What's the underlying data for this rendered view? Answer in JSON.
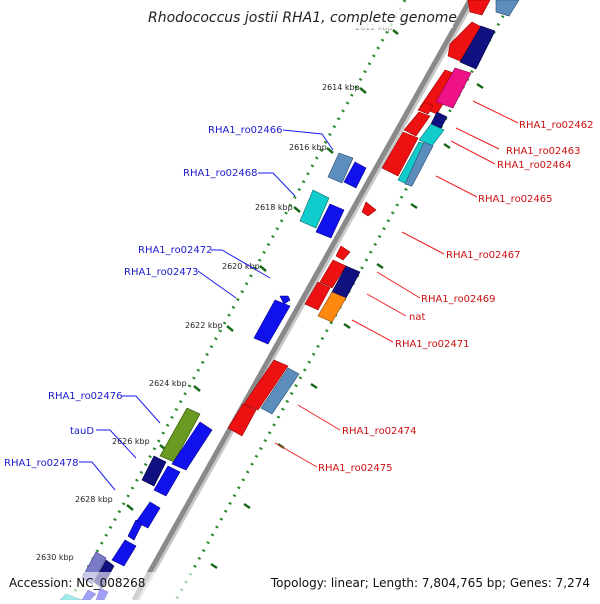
{
  "title": "Rhodococcus jostii RHA1, complete genome",
  "footer": {
    "accession": "Accession: NC_008268",
    "summary": "Topology: linear; Length: 7,804,765 bp; Genes: 7,274"
  },
  "colors": {
    "backbone": "#8a8a8a",
    "scale_dots": "#2a8a2a",
    "tick": "#1a6a1a",
    "label_blue": "#1a1acc",
    "label_red": "#cc1111",
    "leader_blue": "#1a1aee",
    "leader_red": "#ee2222"
  },
  "scale_ticks": [
    {
      "label": "2612 kbp",
      "faded": true
    },
    {
      "label": "2614 kbp"
    },
    {
      "label": "2616 kbp"
    },
    {
      "label": "2618 kbp"
    },
    {
      "label": "2620 kbp"
    },
    {
      "label": "2622 kbp"
    },
    {
      "label": "2624 kbp"
    },
    {
      "label": "2626 kbp"
    },
    {
      "label": "2628 kbp"
    },
    {
      "label": "2630 kbp"
    }
  ],
  "labels_left": [
    "RHA1_ro02466",
    "RHA1_ro02468",
    "RHA1_ro02472",
    "RHA1_ro02473",
    "RHA1_ro02476",
    "tauD",
    "RHA1_ro02478"
  ],
  "labels_right": [
    "RHA1_ro02462",
    "RHA1_ro02463",
    "RHA1_ro02464",
    "RHA1_ro02465",
    "RHA1_ro02467",
    "RHA1_ro02469",
    "nat",
    "RHA1_ro02471",
    "RHA1_ro02474",
    "RHA1_ro02475"
  ]
}
